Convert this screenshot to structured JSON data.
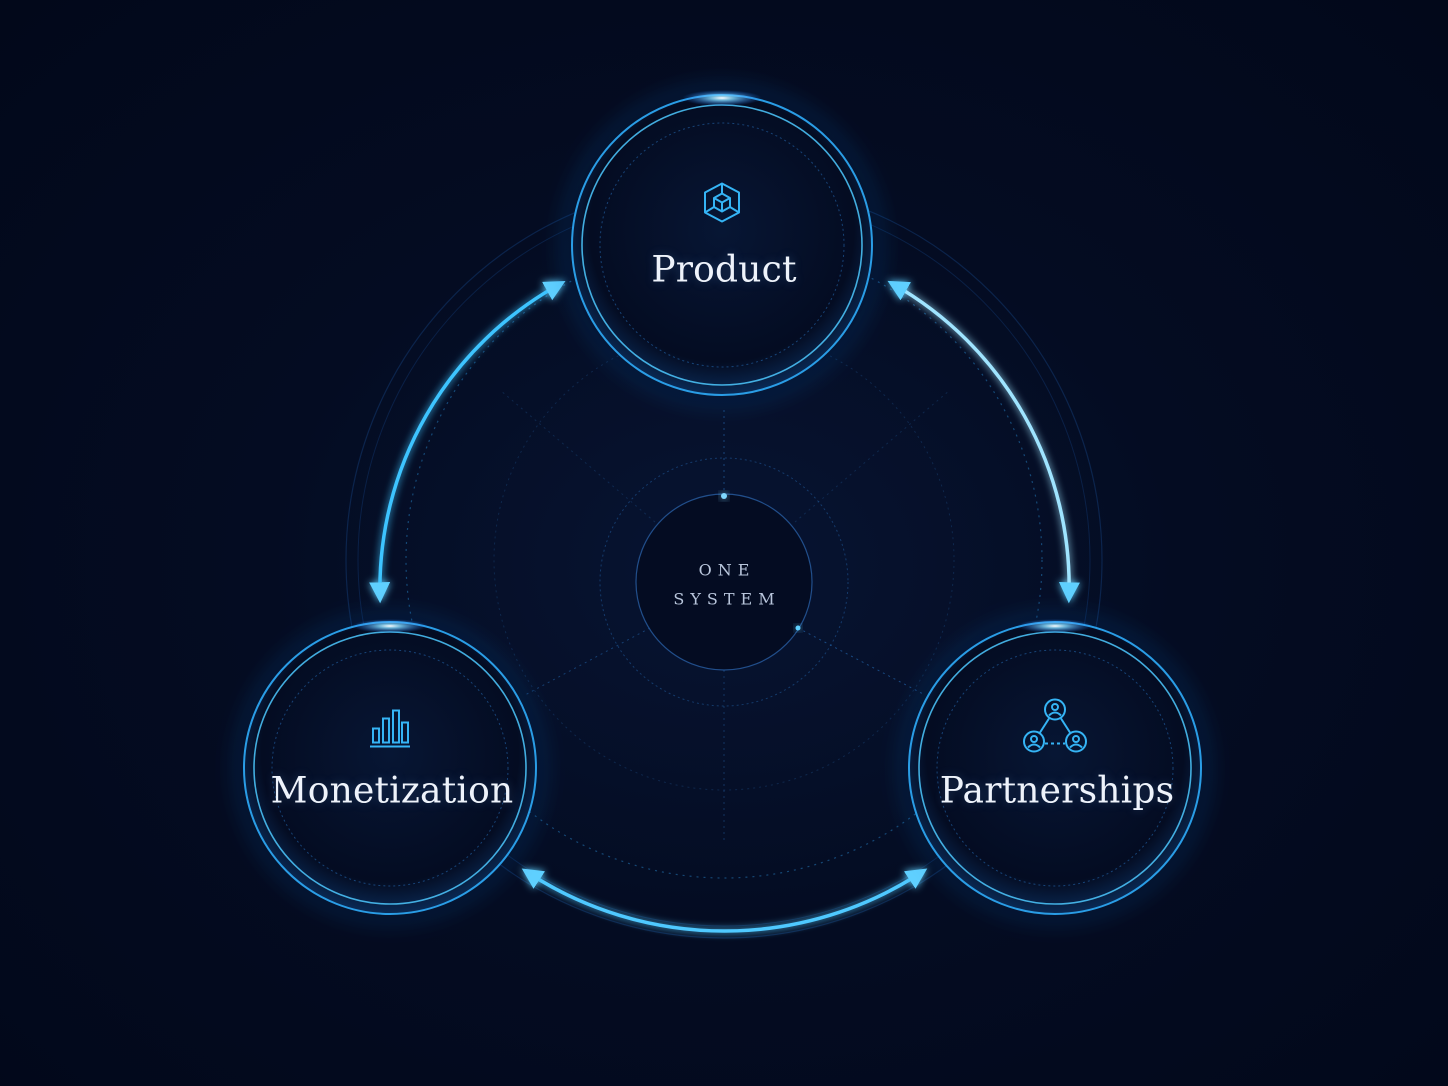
{
  "center": {
    "line1": "ONE",
    "line2": "SYSTEM"
  },
  "nodes": [
    {
      "id": "product",
      "label": "Product",
      "icon": "cube-icon"
    },
    {
      "id": "monetization",
      "label": "Monetization",
      "icon": "bar-chart-icon"
    },
    {
      "id": "partnerships",
      "label": "Partnerships",
      "icon": "people-network-icon"
    }
  ],
  "colors": {
    "background": "#030a1c",
    "accent": "#2fb6ff",
    "glow": "#5fd0ff",
    "text": "#eef3fb",
    "muted_text": "#b9c6dc"
  },
  "arrows": [
    {
      "from": "monetization",
      "to": "product",
      "direction": "bidirectional"
    },
    {
      "from": "product",
      "to": "partnerships",
      "direction": "bidirectional"
    },
    {
      "from": "monetization",
      "to": "partnerships",
      "direction": "bidirectional"
    }
  ]
}
